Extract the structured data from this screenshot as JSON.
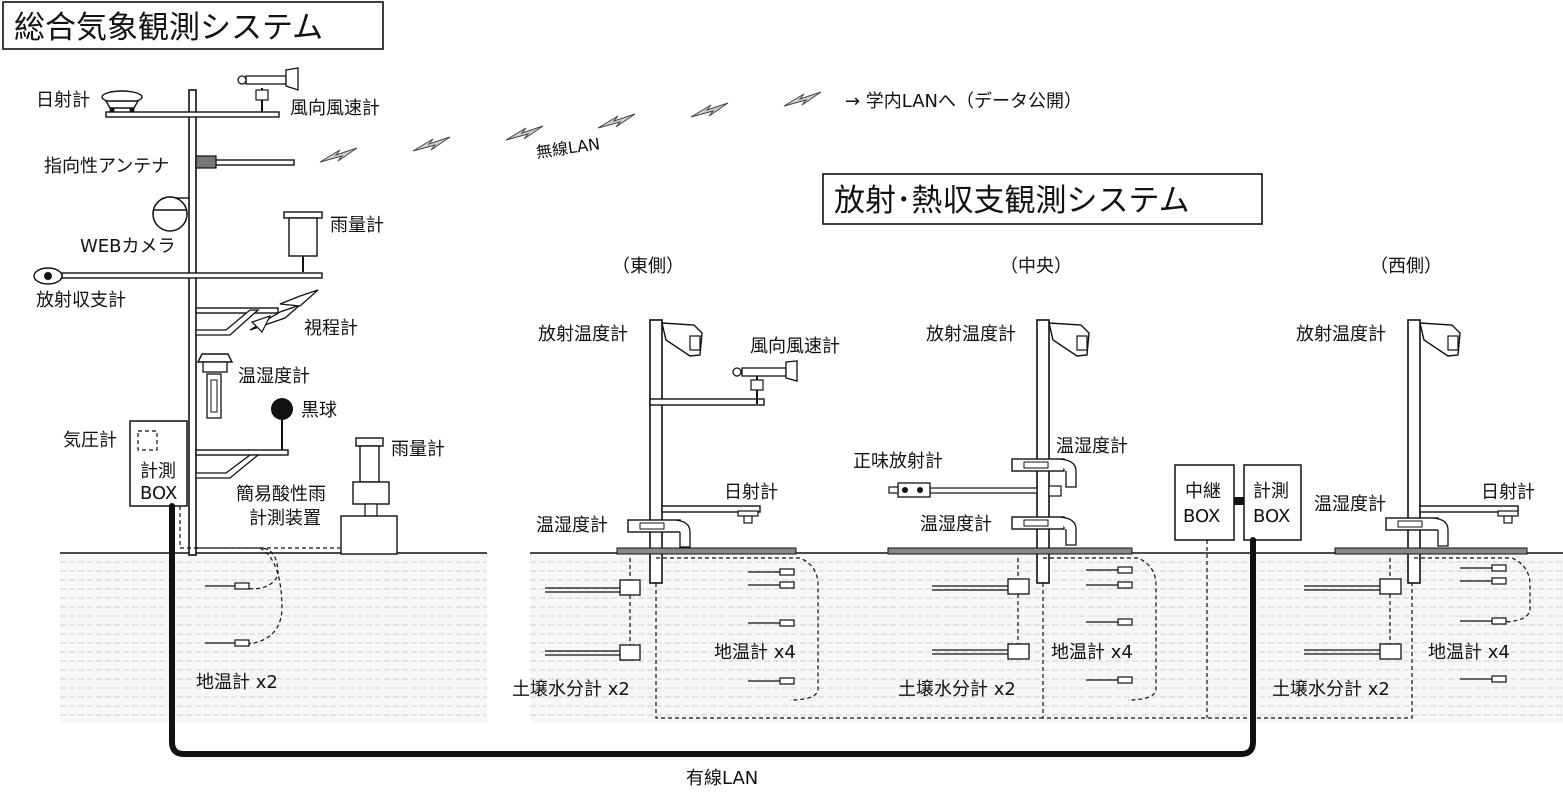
{
  "titles": {
    "general": "総合気象観測システム",
    "radiation": "放射･熱収支観測システム"
  },
  "network": {
    "to_campus": "→ 学内LANへ（データ公開）",
    "wireless": "無線LAN",
    "wired": "有線LAN"
  },
  "left_tower": {
    "pyranometer": "日射計",
    "wind": "風向風速計",
    "antenna": "指向性アンテナ",
    "rain_gauge": "雨量計",
    "webcam": "WEBカメラ",
    "net_radiometer": "放射収支計",
    "visibility": "視程計",
    "thermo_hygro": "温湿度計",
    "black_globe": "黒球",
    "barometer": "気圧計",
    "box_line1": "計測",
    "box_line2": "BOX",
    "rain_gauge2": "雨量計",
    "acid_rain_line1": "簡易酸性雨",
    "acid_rain_line2": "計測装置",
    "soil_temp": "地温計 x2"
  },
  "sections": {
    "east": "（東側）",
    "center": "（中央）",
    "west": "（西側）"
  },
  "east": {
    "radiation_thermometer": "放射温度計",
    "wind": "風向風速計",
    "pyranometer": "日射計",
    "thermo_hygro": "温湿度計",
    "soil_temp": "地温計 x4",
    "soil_moisture": "土壌水分計 x2"
  },
  "center": {
    "radiation_thermometer": "放射温度計",
    "thermo_hygro_upper": "温湿度計",
    "net_radiometer": "正味放射計",
    "thermo_hygro_lower": "温湿度計",
    "soil_temp": "地温計 x4",
    "soil_moisture": "土壌水分計 x2"
  },
  "boxes": {
    "relay_line1": "中継",
    "relay_line2": "BOX",
    "measure_line1": "計測",
    "measure_line2": "BOX"
  },
  "west": {
    "radiation_thermometer": "放射温度計",
    "thermo_hygro": "温湿度計",
    "pyranometer": "日射計",
    "soil_temp": "地温計 x4",
    "soil_moisture": "土壌水分計 x2"
  }
}
